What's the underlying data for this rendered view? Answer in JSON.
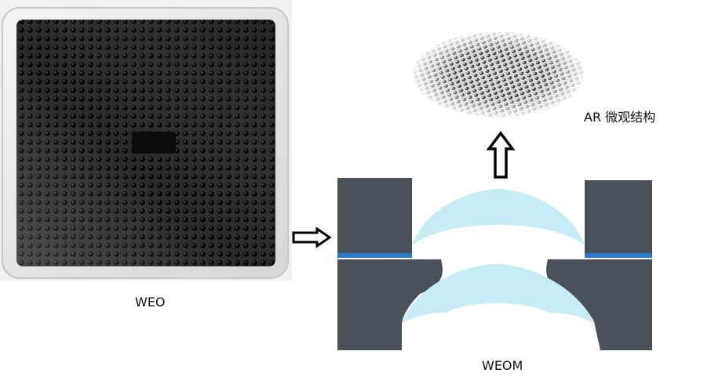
{
  "labels": {
    "weo": "WEO",
    "weom": "WEOM",
    "ar": "AR 微观结构"
  },
  "colors": {
    "frame_gray": "#e6e6e6",
    "wafer_black": "#1b1b1b",
    "dot_color": "#000000",
    "structure_dark": "#4a515a",
    "lens_light_blue": "#c7ecf5",
    "layer_blue": "#2a78c4"
  },
  "icons": {
    "right_arrow": "right-arrow-icon",
    "up_arrow": "up-arrow-icon"
  }
}
